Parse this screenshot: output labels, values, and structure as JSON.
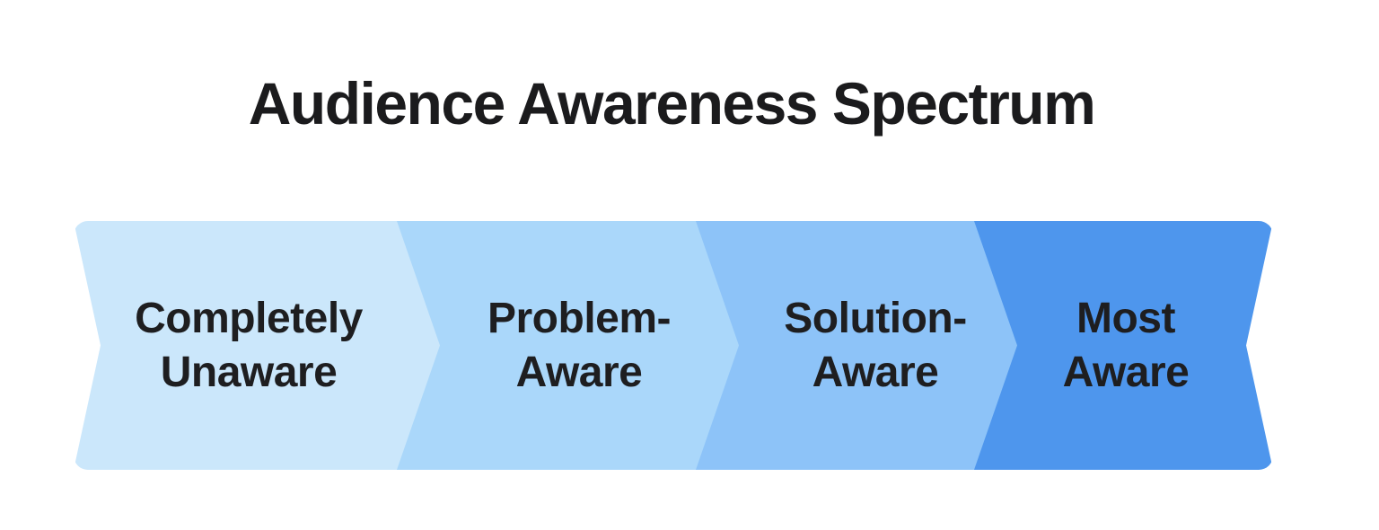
{
  "title": "Audience Awareness Spectrum",
  "stages": [
    {
      "label": "Completely Unaware",
      "line1": "Completely",
      "line2": "Unaware",
      "color": "#CBE7FB"
    },
    {
      "label": "Problem-Aware",
      "line1": "Problem-",
      "line2": "Aware",
      "color": "#AAD7FA"
    },
    {
      "label": "Solution-Aware",
      "line1": "Solution-",
      "line2": "Aware",
      "color": "#8DC3F8"
    },
    {
      "label": "Most Aware",
      "line1": "Most",
      "line2": "Aware",
      "color": "#4E96ED"
    }
  ],
  "colors": {
    "background": "#FFFFFF",
    "title_text": "#1B1B1D",
    "stage_text": "#1E1E20"
  }
}
